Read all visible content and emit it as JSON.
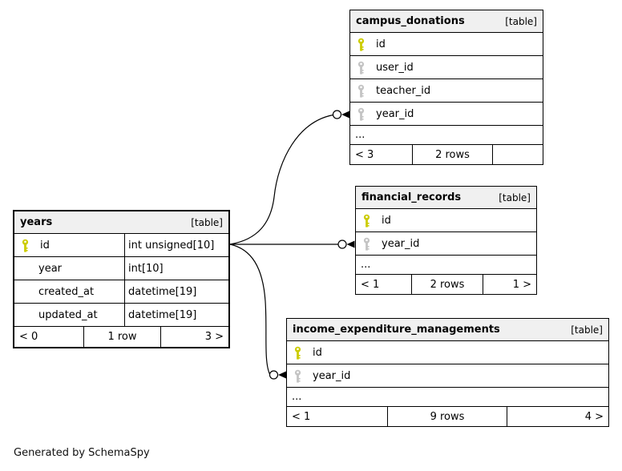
{
  "caption": "Generated by SchemaSpy",
  "colors": {
    "pk_key": "#cccc00",
    "fk_key": "#c4c4c4",
    "header_bg": "#f0f0f0",
    "line": "#000000"
  },
  "tables": {
    "campus_donations": {
      "name": "campus_donations",
      "tag": "[table]",
      "columns": [
        {
          "name": "id",
          "key": "primary"
        },
        {
          "name": "user_id",
          "key": "foreign"
        },
        {
          "name": "teacher_id",
          "key": "foreign"
        },
        {
          "name": "year_id",
          "key": "foreign"
        }
      ],
      "more": "...",
      "footer": {
        "parents": "< 3",
        "rows": "2 rows",
        "children": ""
      }
    },
    "financial_records": {
      "name": "financial_records",
      "tag": "[table]",
      "columns": [
        {
          "name": "id",
          "key": "primary"
        },
        {
          "name": "year_id",
          "key": "foreign"
        }
      ],
      "more": "...",
      "footer": {
        "parents": "< 1",
        "rows": "2 rows",
        "children": "1 >"
      }
    },
    "income_expenditure_managements": {
      "name": "income_expenditure_managements",
      "tag": "[table]",
      "columns": [
        {
          "name": "id",
          "key": "primary"
        },
        {
          "name": "year_id",
          "key": "foreign"
        }
      ],
      "more": "...",
      "footer": {
        "parents": "< 1",
        "rows": "9 rows",
        "children": "4 >"
      }
    },
    "years": {
      "name": "years",
      "tag": "[table]",
      "columns": [
        {
          "name": "id",
          "key": "primary",
          "type": "int unsigned[10]"
        },
        {
          "name": "year",
          "key": "",
          "type": "int[10]"
        },
        {
          "name": "created_at",
          "key": "",
          "type": "datetime[19]"
        },
        {
          "name": "updated_at",
          "key": "",
          "type": "datetime[19]"
        }
      ],
      "footer": {
        "parents": "< 0",
        "rows": "1 row",
        "children": "3 >"
      }
    }
  },
  "relationships": [
    {
      "from": "years.id",
      "to": "campus_donations.year_id"
    },
    {
      "from": "years.id",
      "to": "financial_records.year_id"
    },
    {
      "from": "years.id",
      "to": "income_expenditure_managements.year_id"
    }
  ]
}
